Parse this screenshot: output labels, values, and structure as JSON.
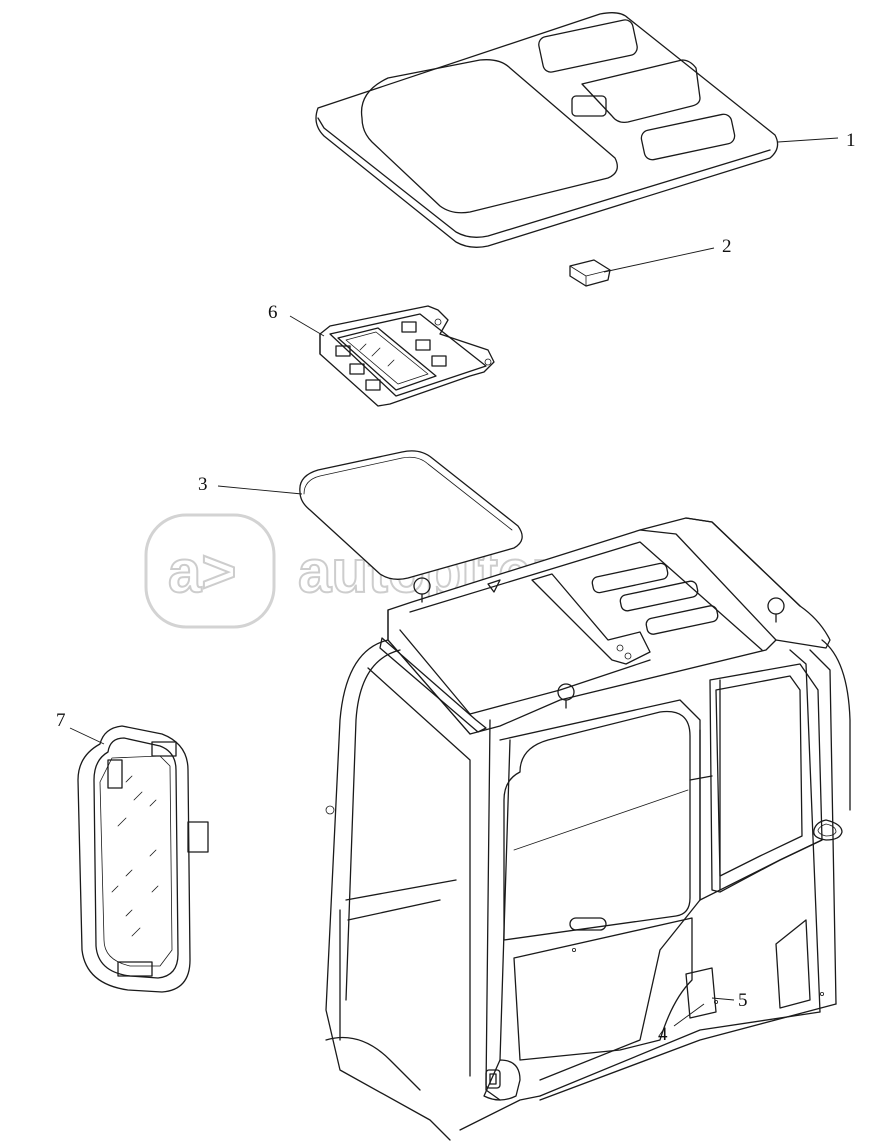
{
  "callouts": [
    "1",
    "2",
    "3",
    "4",
    "5",
    "6",
    "7"
  ],
  "watermark": {
    "logo": "a>",
    "text": "autopiter.ru"
  }
}
